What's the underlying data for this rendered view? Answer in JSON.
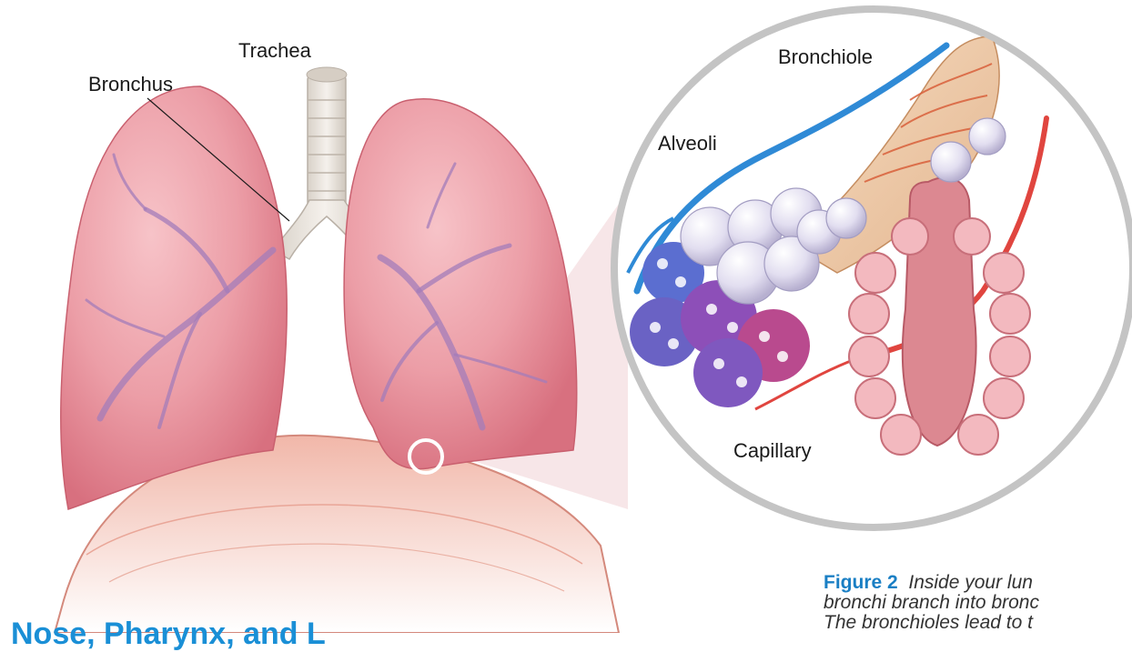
{
  "labels": {
    "trachea": "Trachea",
    "bronchus": "Bronchus",
    "bronchiole": "Bronchiole",
    "alveoli": "Alveoli",
    "capillary": "Capillary"
  },
  "caption": {
    "figure": "Figure 2",
    "line1": "Inside your lun",
    "line2": "bronchi branch into bronc",
    "line3": "The bronchioles lead to t"
  },
  "heading": "Nose, Pharynx, and L",
  "colors": {
    "lung": "#e58f9b",
    "vein": "#2f8ad6",
    "artery": "#e0453f",
    "alveoli": "#e3e1ef",
    "accent": "#1a7fc4"
  }
}
